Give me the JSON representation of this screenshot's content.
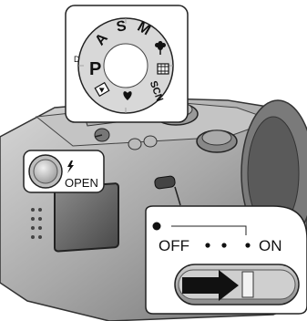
{
  "mode_dial": {
    "modes": [
      {
        "label": "P",
        "kind": "text"
      },
      {
        "label": "A",
        "kind": "text"
      },
      {
        "label": "S",
        "kind": "text"
      },
      {
        "label": "M",
        "kind": "text"
      },
      {
        "label": "",
        "kind": "macro-flower-icon"
      },
      {
        "label": "",
        "kind": "movie-film-icon"
      },
      {
        "label": "SCN",
        "kind": "text"
      },
      {
        "label": "",
        "kind": "portrait-heart-icon"
      },
      {
        "label": "",
        "kind": "playback-triangle-icon"
      }
    ],
    "indicator": "D"
  },
  "flash_button": {
    "icon": "lightning-icon",
    "label": "OPEN"
  },
  "power_switch": {
    "off_label": "OFF",
    "on_label": "ON",
    "arrow": "right-arrow-icon"
  },
  "colors": {
    "ink": "#111111",
    "camera_body": "#9a9a9a",
    "callout_border": "#222222"
  }
}
